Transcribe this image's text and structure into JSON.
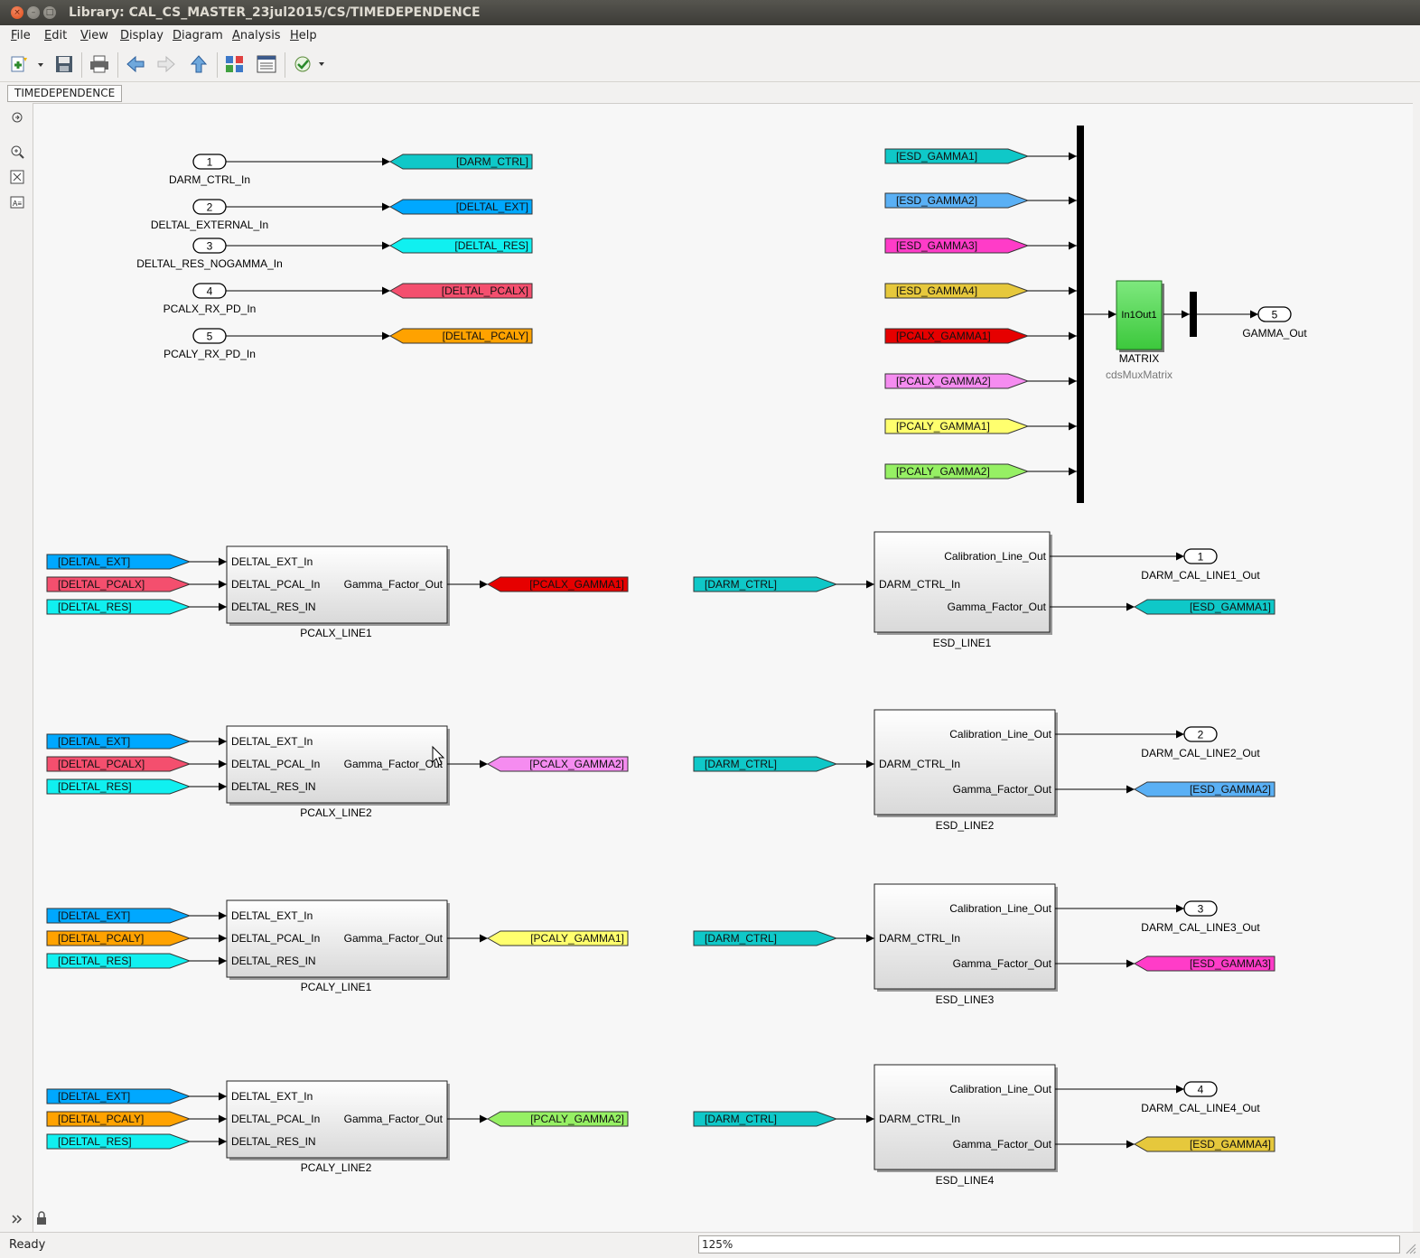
{
  "window": {
    "title": "Library: CAL_CS_MASTER_23jul2015/CS/TIMEDEPENDENCE"
  },
  "menu": [
    "File",
    "Edit",
    "View",
    "Display",
    "Diagram",
    "Analysis",
    "Help"
  ],
  "tab": {
    "label": "TIMEDEPENDENCE"
  },
  "toolbar": {
    "buttons": [
      "new-model-icon",
      "save-icon",
      "print-icon",
      "back-arrow-icon",
      "forward-arrow-icon",
      "up-arrow-icon",
      "library-browser-icon",
      "model-explorer-icon",
      "check-model-icon"
    ]
  },
  "status": {
    "text": "Ready",
    "zoom": "125%"
  },
  "colors": {
    "darm_ctrl": "#0fc8c8",
    "deltal_ext": "#00a8ff",
    "deltal_res": "#10f0f0",
    "deltal_pcalx": "#f44f6e",
    "deltal_pcaly": "#ffa200",
    "esd_gamma1": "#0fc8c8",
    "esd_gamma2": "#5ab0f5",
    "esd_gamma3": "#ff3cc8",
    "esd_gamma4": "#e6c83c",
    "pcalx_gamma1": "#e60000",
    "pcalx_gamma2": "#f58cf0",
    "pcaly_gamma1": "#ffff6e",
    "pcaly_gamma2": "#96f064",
    "matrix": "#3cc83c"
  },
  "diagram": {
    "inports": [
      {
        "num": "1",
        "label": "DARM_CTRL_In",
        "goto": "[DARM_CTRL]",
        "color": "darm_ctrl"
      },
      {
        "num": "2",
        "label": "DELTAL_EXTERNAL_In",
        "goto": "[DELTAL_EXT]",
        "color": "deltal_ext"
      },
      {
        "num": "3",
        "label": "DELTAL_RES_NOGAMMA_In",
        "goto": "[DELTAL_RES]",
        "color": "deltal_res"
      },
      {
        "num": "4",
        "label": "PCALX_RX_PD_In",
        "goto": "[DELTAL_PCALX]",
        "color": "deltal_pcalx"
      },
      {
        "num": "5",
        "label": "PCALY_RX_PD_In",
        "goto": "[DELTAL_PCALY]",
        "color": "deltal_pcaly"
      }
    ],
    "mux_froms": [
      {
        "label": "[ESD_GAMMA1]",
        "color": "esd_gamma1"
      },
      {
        "label": "[ESD_GAMMA2]",
        "color": "esd_gamma2"
      },
      {
        "label": "[ESD_GAMMA3]",
        "color": "esd_gamma3"
      },
      {
        "label": "[ESD_GAMMA4]",
        "color": "esd_gamma4"
      },
      {
        "label": "[PCALX_GAMMA1]",
        "color": "pcalx_gamma1"
      },
      {
        "label": "[PCALX_GAMMA2]",
        "color": "pcalx_gamma2"
      },
      {
        "label": "[PCALY_GAMMA1]",
        "color": "pcaly_gamma1"
      },
      {
        "label": "[PCALY_GAMMA2]",
        "color": "pcaly_gamma2"
      }
    ],
    "matrix": {
      "port_text": "In1Out1",
      "name": "MATRIX",
      "sub": "cdsMuxMatrix"
    },
    "gamma_out": {
      "num": "5",
      "label": "GAMMA_Out"
    },
    "pcal_blocks": [
      {
        "name": "PCALX_LINE1",
        "ports": [
          "DELTAL_EXT_In",
          "DELTAL_PCAL_In",
          "DELTAL_RES_IN"
        ],
        "out_port": "Gamma_Factor_Out",
        "froms": [
          {
            "label": "[DELTAL_EXT]",
            "color": "deltal_ext"
          },
          {
            "label": "[DELTAL_PCALX]",
            "color": "deltal_pcalx"
          },
          {
            "label": "[DELTAL_RES]",
            "color": "deltal_res"
          }
        ],
        "goto": {
          "label": "[PCALX_GAMMA1]",
          "color": "pcalx_gamma1"
        }
      },
      {
        "name": "PCALX_LINE2",
        "ports": [
          "DELTAL_EXT_In",
          "DELTAL_PCAL_In",
          "DELTAL_RES_IN"
        ],
        "out_port": "Gamma_Factor_Out",
        "froms": [
          {
            "label": "[DELTAL_EXT]",
            "color": "deltal_ext"
          },
          {
            "label": "[DELTAL_PCALX]",
            "color": "deltal_pcalx"
          },
          {
            "label": "[DELTAL_RES]",
            "color": "deltal_res"
          }
        ],
        "goto": {
          "label": "[PCALX_GAMMA2]",
          "color": "pcalx_gamma2"
        }
      },
      {
        "name": "PCALY_LINE1",
        "ports": [
          "DELTAL_EXT_In",
          "DELTAL_PCAL_In",
          "DELTAL_RES_IN"
        ],
        "out_port": "Gamma_Factor_Out",
        "froms": [
          {
            "label": "[DELTAL_EXT]",
            "color": "deltal_ext"
          },
          {
            "label": "[DELTAL_PCALY]",
            "color": "deltal_pcaly"
          },
          {
            "label": "[DELTAL_RES]",
            "color": "deltal_res"
          }
        ],
        "goto": {
          "label": "[PCALY_GAMMA1]",
          "color": "pcaly_gamma1"
        }
      },
      {
        "name": "PCALY_LINE2",
        "ports": [
          "DELTAL_EXT_In",
          "DELTAL_PCAL_In",
          "DELTAL_RES_IN"
        ],
        "out_port": "Gamma_Factor_Out",
        "froms": [
          {
            "label": "[DELTAL_EXT]",
            "color": "deltal_ext"
          },
          {
            "label": "[DELTAL_PCALY]",
            "color": "deltal_pcaly"
          },
          {
            "label": "[DELTAL_RES]",
            "color": "deltal_res"
          }
        ],
        "goto": {
          "label": "[PCALY_GAMMA2]",
          "color": "pcaly_gamma2"
        }
      }
    ],
    "esd_blocks": [
      {
        "name": "ESD_LINE1",
        "in_port": "DARM_CTRL_In",
        "out_ports": [
          "Calibration_Line_Out",
          "Gamma_Factor_Out"
        ],
        "from": {
          "label": "[DARM_CTRL]",
          "color": "darm_ctrl"
        },
        "outport": {
          "num": "1",
          "label": "DARM_CAL_LINE1_Out"
        },
        "goto": {
          "label": "[ESD_GAMMA1]",
          "color": "esd_gamma1"
        }
      },
      {
        "name": "ESD_LINE2",
        "in_port": "DARM_CTRL_In",
        "out_ports": [
          "Calibration_Line_Out",
          "Gamma_Factor_Out"
        ],
        "from": {
          "label": "[DARM_CTRL]",
          "color": "darm_ctrl"
        },
        "outport": {
          "num": "2",
          "label": "DARM_CAL_LINE2_Out"
        },
        "goto": {
          "label": "[ESD_GAMMA2]",
          "color": "esd_gamma2"
        }
      },
      {
        "name": "ESD_LINE3",
        "in_port": "DARM_CTRL_In",
        "out_ports": [
          "Calibration_Line_Out",
          "Gamma_Factor_Out"
        ],
        "from": {
          "label": "[DARM_CTRL]",
          "color": "darm_ctrl"
        },
        "outport": {
          "num": "3",
          "label": "DARM_CAL_LINE3_Out"
        },
        "goto": {
          "label": "[ESD_GAMMA3]",
          "color": "esd_gamma3"
        }
      },
      {
        "name": "ESD_LINE4",
        "in_port": "DARM_CTRL_In",
        "out_ports": [
          "Calibration_Line_Out",
          "Gamma_Factor_Out"
        ],
        "from": {
          "label": "[DARM_CTRL]",
          "color": "darm_ctrl"
        },
        "outport": {
          "num": "4",
          "label": "DARM_CAL_LINE4_Out"
        },
        "goto": {
          "label": "[ESD_GAMMA4]",
          "color": "esd_gamma4"
        }
      }
    ]
  }
}
